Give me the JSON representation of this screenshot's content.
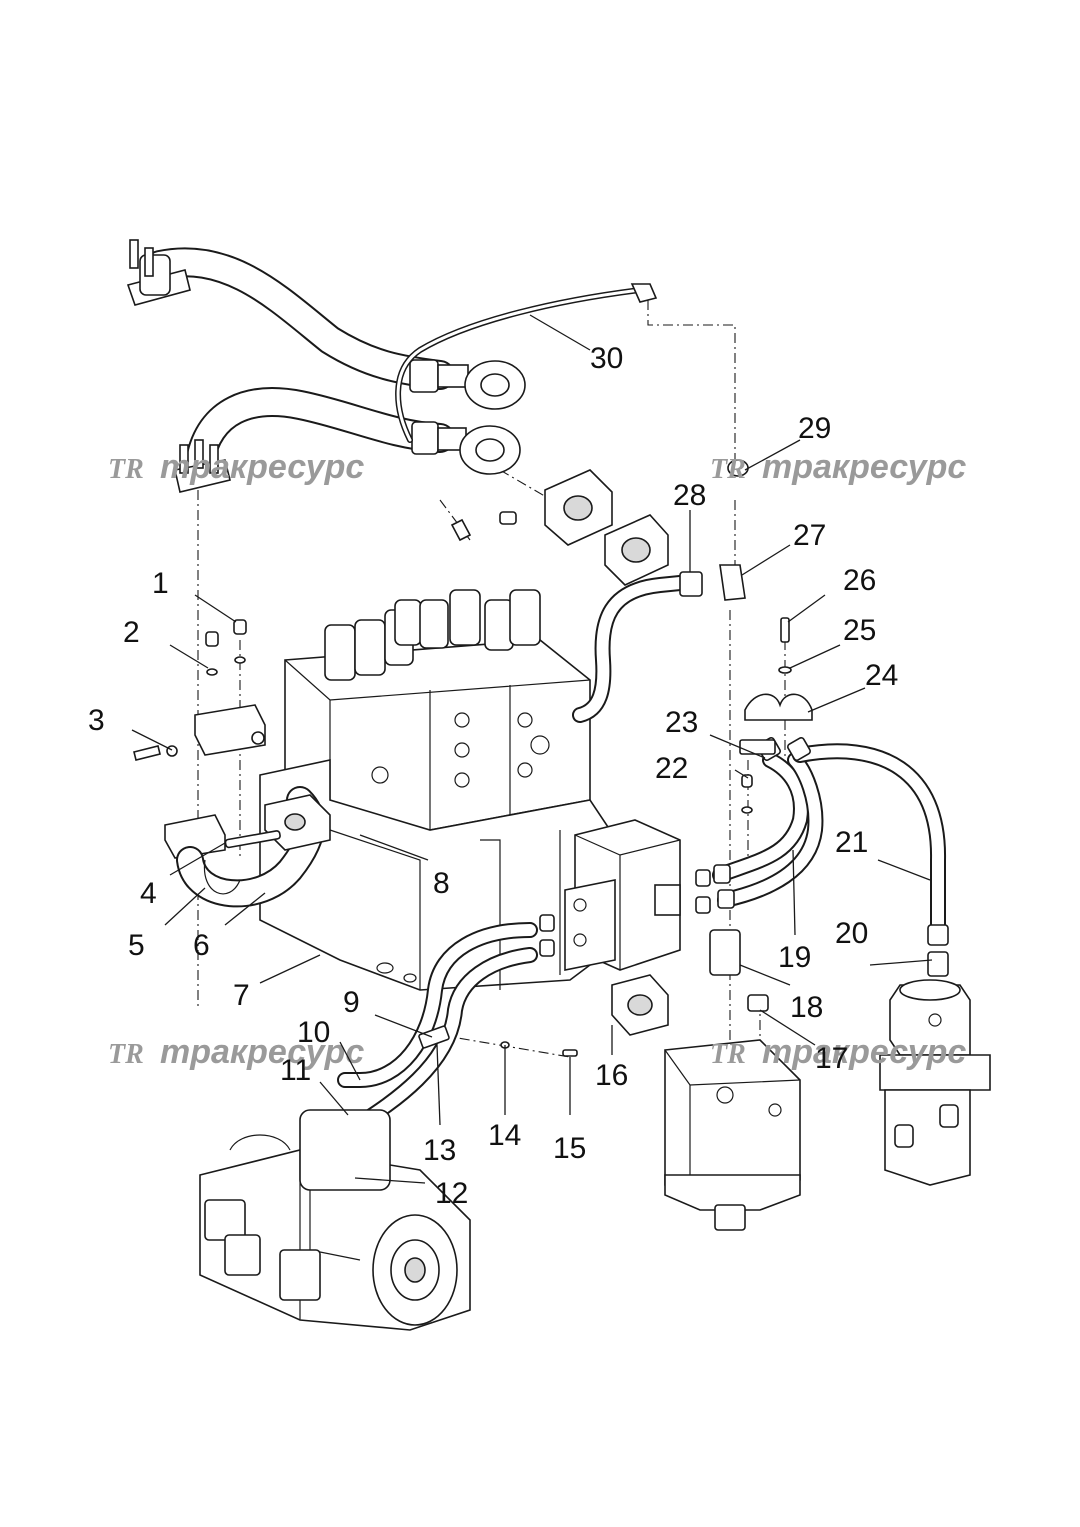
{
  "callouts": [
    "1",
    "2",
    "3",
    "4",
    "5",
    "6",
    "7",
    "8",
    "9",
    "10",
    "11",
    "12",
    "13",
    "14",
    "15",
    "16",
    "17",
    "18",
    "19",
    "20",
    "21",
    "22",
    "23",
    "24",
    "25",
    "26",
    "27",
    "28",
    "29",
    "30"
  ],
  "watermark": {
    "logo": "TR",
    "text": "тракресурс"
  }
}
